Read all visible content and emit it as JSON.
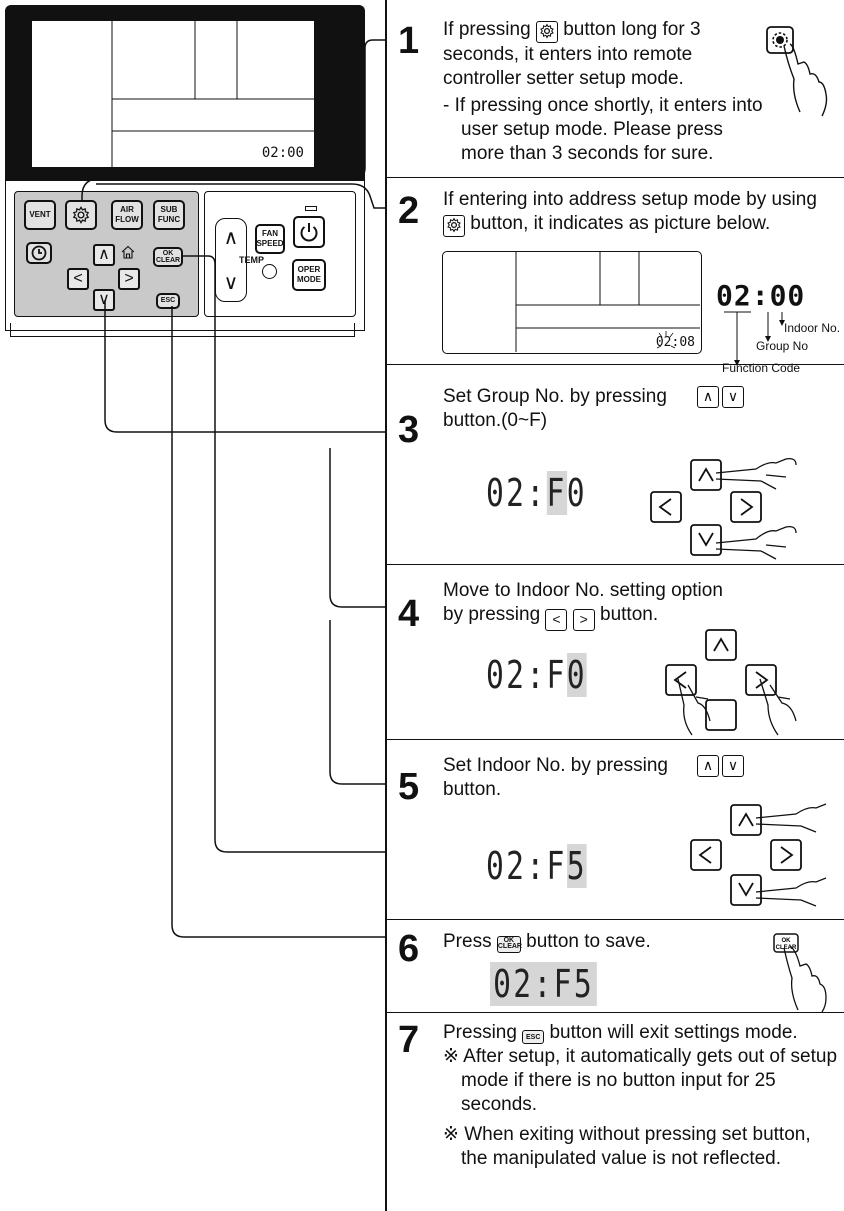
{
  "remote": {
    "display_time": "02:00",
    "buttons": {
      "vent": "VENT",
      "air_flow": "AIR\nFLOW",
      "sub_func": "SUB\nFUNC",
      "ok_clear": "OK\nCLEAR",
      "esc": "ESC",
      "fan_speed": "FAN\nSPEED",
      "temp": "TEMP",
      "oper_mode": "OPER\nMODE"
    }
  },
  "steps": [
    {
      "number": "1",
      "text_a": "If pressing",
      "text_b": "button long for 3 seconds, it enters into remote controller setter setup mode.",
      "note": "- If pressing once shortly, it enters into user setup mode. Please press more than 3 seconds for sure."
    },
    {
      "number": "2",
      "text_a": "If entering into address setup mode by using",
      "text_b": "button, it indicates as picture below.",
      "display_code": "02:00",
      "display_small": "02:08",
      "labels": {
        "indoor_no": "Indoor No.",
        "group_no": "Group No",
        "function_code": "Function Code"
      }
    },
    {
      "number": "3",
      "text_a": "Set Group No. by pressing",
      "text_b": "button.(0~F)",
      "display_prefix": "02:",
      "display_highlight": "F",
      "display_suffix": "0"
    },
    {
      "number": "4",
      "text_a": "Move to Indoor No. setting option",
      "text_b": "by pressing",
      "text_c": "button.",
      "display_prefix": "02:F",
      "display_highlight": "0",
      "display_suffix": ""
    },
    {
      "number": "5",
      "text_a": "Set Indoor No. by pressing",
      "text_b": "button.",
      "display_prefix": "02:F",
      "display_highlight": "5",
      "display_suffix": ""
    },
    {
      "number": "6",
      "text_a": "Press",
      "text_b": "button to save.",
      "display": "02:F5"
    },
    {
      "number": "7",
      "text_a": "Pressing",
      "text_b": "button will exit settings mode.",
      "notes": [
        "※ After setup, it automatically gets out of setup mode if there is no button input for 25 seconds.",
        "※ When exiting without pressing set button, the manipulated value is not reflected."
      ]
    }
  ],
  "icons": {
    "settings": "gear-icon",
    "up": "∧",
    "down": "∨",
    "left": "<",
    "right": ">",
    "power": "power-icon",
    "timer": "clock-icon",
    "home": "home-icon"
  }
}
